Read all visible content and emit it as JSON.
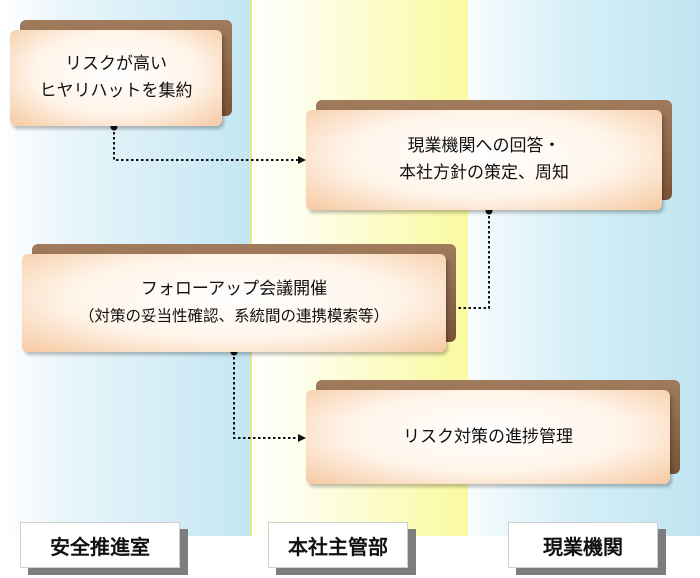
{
  "boxes": {
    "collect": {
      "line1": "リスクが高い",
      "line2": "ヒヤリハットを集約"
    },
    "reply": {
      "line1": "現業機関への回答・",
      "line2": "本社方針の策定、周知"
    },
    "followup": {
      "line1": "フォローアップ会議開催",
      "line2": "（対策の妥当性確認、系統間の連携模索等）"
    },
    "progress": {
      "line1": "リスク対策の進捗管理"
    }
  },
  "lanes": {
    "left": "安全推進室",
    "mid": "本社主管部",
    "right": "現業機関"
  }
}
